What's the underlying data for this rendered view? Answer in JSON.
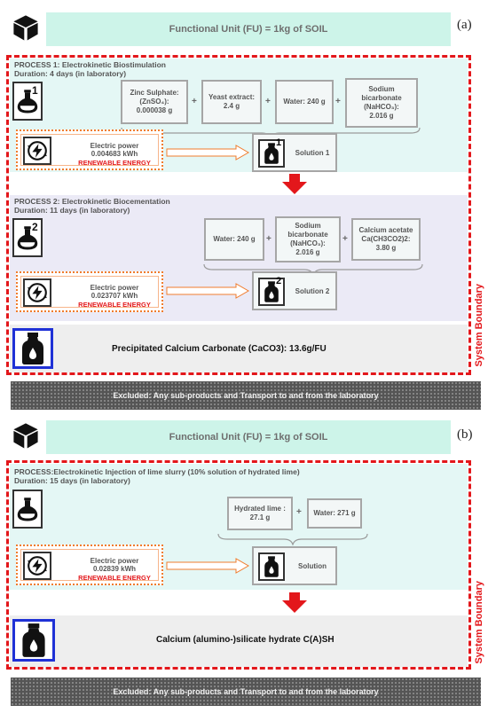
{
  "panel_a": {
    "label": "(a)",
    "functional_unit": "Functional Unit (FU) = 1kg of SOIL",
    "system_boundary": "System Boundary",
    "process1": {
      "title": "PROCESS 1: Electrokinetic Biostimulation",
      "duration": "Duration: 4 days (in laboratory)",
      "badge": "1",
      "inputs": [
        {
          "lines": [
            "Zinc Sulphate:",
            "(ZnSO₄):",
            "0.000038 g"
          ]
        },
        {
          "lines": [
            "Yeast extract:",
            "2.4 g"
          ]
        },
        {
          "lines": [
            "Water: 240 g"
          ]
        },
        {
          "lines": [
            "Sodium",
            "bicarbonate",
            "(NaHCO₃):",
            "2.016 g"
          ]
        }
      ],
      "plus": "+",
      "power_label": "Electric power",
      "power_value": "0.004683 kWh",
      "renewable": "RENEWABLE ENERGY",
      "solution_badge": "1",
      "solution": "Solution 1"
    },
    "process2": {
      "title": "PROCESS 2: Electrokinetic Biocementation",
      "duration": "Duration: 11 days (in laboratory)",
      "badge": "2",
      "inputs": [
        {
          "lines": [
            "Water: 240 g"
          ]
        },
        {
          "lines": [
            "Sodium",
            "bicarbonate",
            "(NaHCO₃):",
            "2.016 g"
          ]
        },
        {
          "lines": [
            "Calcium acetate",
            "Ca(CH3CO2)2:",
            "3.80 g"
          ]
        }
      ],
      "plus": "+",
      "power_label": "Electric power",
      "power_value": "0.023707 kWh",
      "renewable": "RENEWABLE ENERGY",
      "solution_badge": "2",
      "solution": "Solution 2"
    },
    "result": "Precipitated Calcium Carbonate (CaCO3): 13.6g/FU",
    "excluded": "Excluded: Any sub-products and Transport to and from the laboratory"
  },
  "panel_b": {
    "label": "(b)",
    "functional_unit": "Functional Unit (FU) = 1kg of SOIL",
    "system_boundary": "System Boundary",
    "process": {
      "title": "PROCESS:Electrokinetic Injection of lime slurry (10% solution of hydrated lime)",
      "duration": "Duration: 15 days (in laboratory)",
      "inputs": [
        {
          "lines": [
            "Hydrated lime :",
            "27.1 g"
          ]
        },
        {
          "lines": [
            "Water: 271 g"
          ]
        }
      ],
      "plus": "+",
      "power_label": "Electric power",
      "power_value": "0.02839 kWh",
      "renewable": "RENEWABLE ENERGY",
      "solution": "Solution"
    },
    "result": "Calcium (alumino-)silicate hydrate C(A)SH",
    "excluded": "Excluded: Any sub-products and Transport to and from the laboratory"
  },
  "colors": {
    "boundary": "#e3171b",
    "arrow": "#e3171b",
    "result_box": "#1f31d6",
    "power_border": "#f07c2d"
  },
  "icons": [
    "cube-icon",
    "flask-icon",
    "lightning-icon",
    "bottle-icon",
    "red-down-arrow-icon",
    "orange-right-arrow-icon"
  ]
}
